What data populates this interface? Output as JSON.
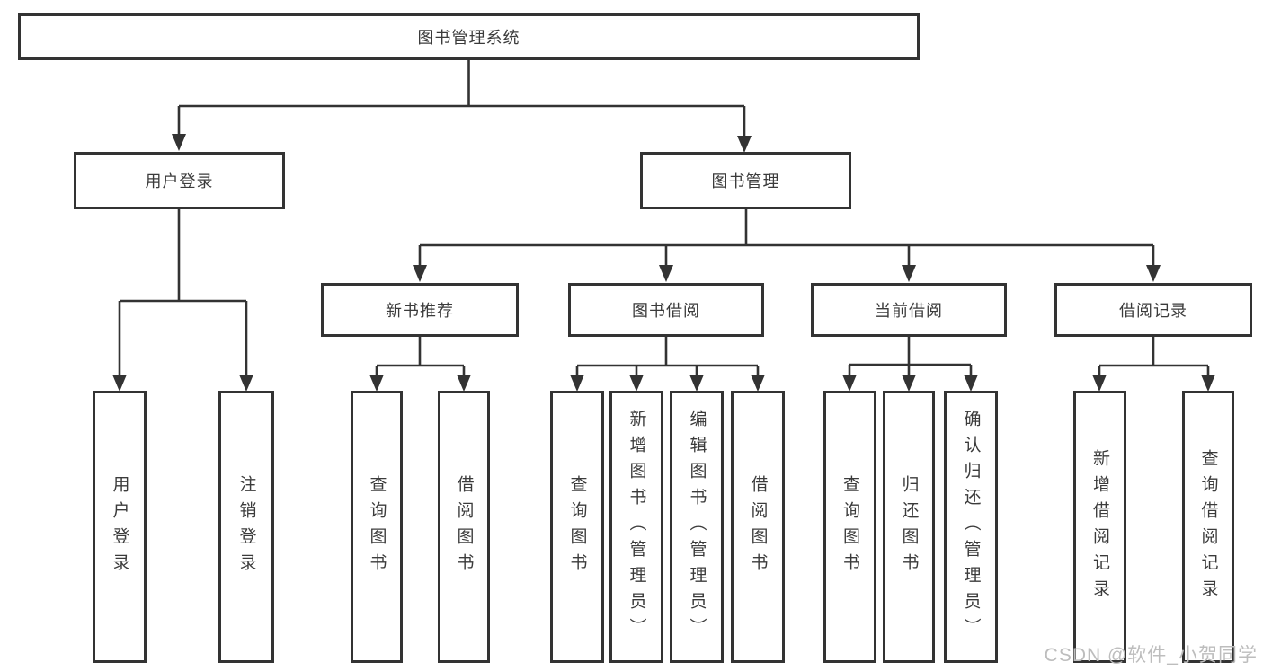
{
  "tree": {
    "root": {
      "label": "图书管理系统"
    },
    "level2": [
      {
        "label": "用户登录",
        "children": [
          {
            "label": "用户登录"
          },
          {
            "label": "注销登录"
          }
        ]
      },
      {
        "label": "图书管理",
        "children": [
          {
            "label": "新书推荐",
            "children": [
              {
                "label": "查询图书"
              },
              {
                "label": "借阅图书"
              }
            ]
          },
          {
            "label": "图书借阅",
            "children": [
              {
                "label": "查询图书"
              },
              {
                "label": "新增图书（管理员）"
              },
              {
                "label": "编辑图书（管理员）"
              },
              {
                "label": "借阅图书"
              }
            ]
          },
          {
            "label": "当前借阅",
            "children": [
              {
                "label": "查询图书"
              },
              {
                "label": "归还图书"
              },
              {
                "label": "确认归还（管理员）"
              }
            ]
          },
          {
            "label": "借阅记录",
            "children": [
              {
                "label": "新增借阅记录"
              },
              {
                "label": "查询借阅记录"
              }
            ]
          }
        ]
      }
    ]
  },
  "watermark": {
    "text": "CSDN @软件_小贺同学"
  },
  "colors": {
    "line": "#333333",
    "ink": "#3b3b3b",
    "watermark": "#bdbdbd",
    "background": "#ffffff"
  }
}
